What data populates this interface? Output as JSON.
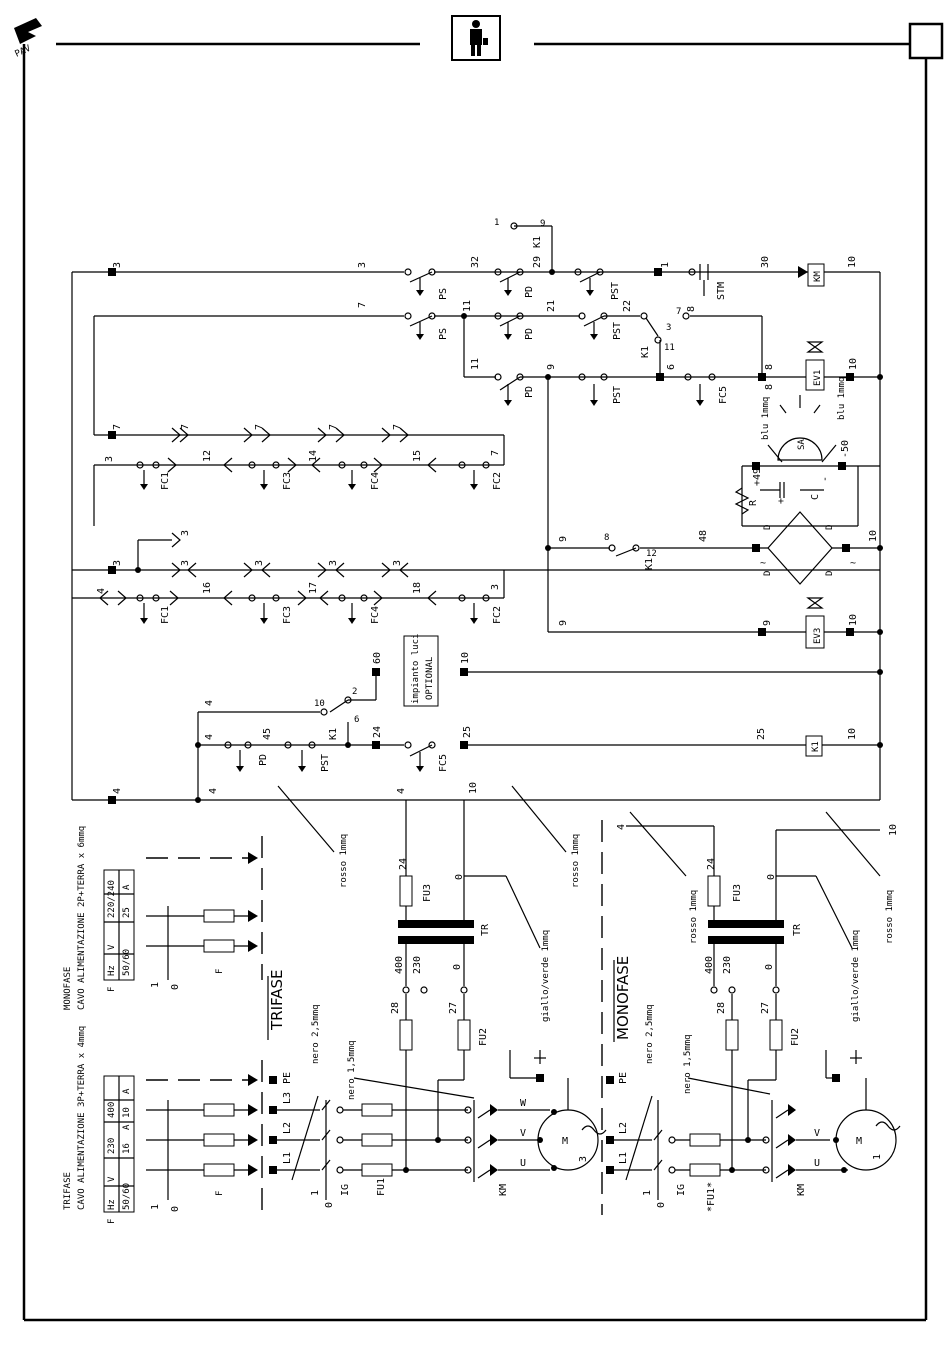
{
  "header": {
    "logo_text": "PAV",
    "person_icon": "person-icon",
    "page_box_icon": "page-box"
  },
  "colors": {
    "ink": "#000000",
    "paper": "#ffffff"
  },
  "control": {
    "row1": {
      "left_term": "3",
      "w1": "3",
      "ps": "PS",
      "w32": "32",
      "pd": "PD",
      "w29": "29",
      "pst": "PST",
      "t1": "1",
      "stm": "STM",
      "w30": "30",
      "km": "KM",
      "w10": "10"
    },
    "k1_top": {
      "n1": "1",
      "n9": "9",
      "label": "K1"
    },
    "row2": {
      "w7": "7",
      "ps": "PS",
      "t11": "11",
      "pd": "PD",
      "w21": "21",
      "w22": "22",
      "pst": "PST",
      "k1": "K1",
      "n3": "3",
      "n7": "7",
      "n11": "11",
      "t8": "8",
      "w8": "8"
    },
    "row3": {
      "w11": "11",
      "pd": "PD",
      "w9": "9",
      "pst": "PST",
      "t6": "6",
      "fc5": "FC5",
      "t8": "8",
      "ev1": "EV1",
      "t10": "10"
    },
    "row4": {
      "left_term": "7",
      "v1": "7",
      "v2": "7",
      "v3": "7",
      "v4": "7"
    },
    "row5": {
      "w3": "3",
      "fc1": "FC1",
      "w12": "12",
      "fc3": "FC3",
      "w14": "14",
      "fc4": "FC4",
      "w15": "15",
      "fc2": "FC2",
      "w7": "7"
    },
    "rect": {
      "sa": "SA",
      "blu_l": "blu 1mmq",
      "blu_r": "blu 1mmq",
      "p49": "+49",
      "m50": "-50",
      "r": "R",
      "plus": "+",
      "c": "C",
      "minus": "-",
      "d": "D",
      "w9": "9",
      "n8": "8",
      "n12": "12",
      "k1": "K1",
      "w48": "48",
      "t10": "10",
      "tilde": "~"
    },
    "row6": {
      "left_term": "3",
      "v1": "3",
      "v2": "3",
      "v3": "3",
      "v4": "3",
      "v5": "3"
    },
    "row7": {
      "w4": "4",
      "fc1": "FC1",
      "w16": "16",
      "fc3": "FC3",
      "w17": "17",
      "fc4": "FC4",
      "w18": "18",
      "fc2": "FC2",
      "w3": "3"
    },
    "ev3": {
      "w9": "9",
      "t9": "9",
      "label": "EV3",
      "t10": "10"
    },
    "lights": {
      "line1": "impianto luci",
      "line2": "OPTIONAL",
      "t60": "60",
      "t10": "10",
      "k1": "K1",
      "n2": "2",
      "n10": "10",
      "n6": "6"
    },
    "row8": {
      "w4a": "4",
      "w4b": "4",
      "pd": "PD",
      "w45": "45",
      "pst": "PST",
      "t24": "24",
      "fc5": "FC5",
      "t25": "25",
      "w25": "25",
      "k1": "K1",
      "w10": "10"
    },
    "row9": {
      "left_term": "4",
      "w4a": "4",
      "w4b": "4",
      "w10": "10"
    }
  },
  "power_tri": {
    "cable_title": "TRIFASE",
    "cable_desc": "CAVO ALIMENTAZIONE 3P+TERRA x 4mmq",
    "table": {
      "f": "F",
      "hz": "Hz",
      "v": "V",
      "a": "A",
      "freq": "50/60",
      "v1": "230",
      "a1": "16",
      "v2": "400",
      "a2": "10"
    },
    "labels": {
      "section": "TRIFASE",
      "pe": "PE",
      "l1": "L1",
      "l2": "L2",
      "l3": "L3",
      "f": "F",
      "zero": "0",
      "one": "1",
      "ig": "IG",
      "fu1": "FU1",
      "km": "KM",
      "u": "U",
      "v": "V",
      "w": "W",
      "m": "M",
      "three": "3",
      "nero25": "nero 2,5mmq",
      "nero15": "nero 1,5mmq",
      "rosso": "rosso 1mmq",
      "rosso2": "rosso 1mmq",
      "giallo": "giallo/verde 1mmq",
      "fu2": "FU2",
      "fu3": "FU3",
      "tr": "TR",
      "w24": "24",
      "w0a": "0",
      "w400": "400",
      "w230": "230",
      "w0b": "0",
      "w28": "28",
      "w27": "27"
    }
  },
  "power_mono": {
    "cable_title": "MONOFASE",
    "cable_desc": "CAVO ALIMENTAZIONE 2P+TERRA x 6mmq",
    "table": {
      "f": "F",
      "hz": "Hz",
      "v": "V",
      "a": "A",
      "freq": "50/60",
      "v1": "220/240",
      "a1": "25"
    },
    "labels": {
      "section": "MONOFASE",
      "pe": "PE",
      "l1": "L1",
      "l2": "L2",
      "zero": "0",
      "one": "1",
      "f": "F",
      "ig": "IG",
      "fu1": "*FU1*",
      "km": "KM",
      "u": "U",
      "v": "V",
      "m": "M",
      "one_m": "1",
      "nero25": "nero 2,5mmq",
      "nero15": "nero 1,5mmq",
      "rosso": "rosso 1mmq",
      "rosso2": "rosso 1mmq",
      "giallo": "giallo/verde 1mmq",
      "fu2": "FU2",
      "fu3": "FU3",
      "tr": "TR",
      "w4": "4",
      "w10": "10",
      "w24": "24",
      "w0a": "0",
      "w400": "400",
      "w230": "230",
      "w0b": "0",
      "w28": "28",
      "w27": "27"
    }
  }
}
